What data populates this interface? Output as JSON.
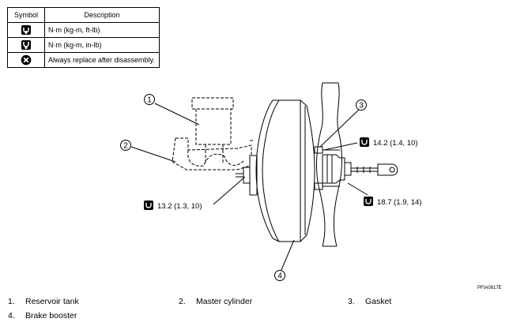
{
  "legend": {
    "header_symbol": "Symbol",
    "header_description": "Description",
    "rows": [
      {
        "icon": "torque-wrench-icon",
        "description": "N·m (kg-m, ft-lb)"
      },
      {
        "icon": "torque-wrench-small-icon",
        "description": "N·m (kg-m, in-lb)"
      },
      {
        "icon": "replace-part-icon",
        "description": "Always replace after disassembly."
      }
    ]
  },
  "callouts": {
    "c1": "1",
    "c2": "2",
    "c3": "3",
    "c4": "4"
  },
  "torques": {
    "t_master_cylinder": "13.2 (1.3, 10)",
    "t_booster_upper": "14.2 (1.4, 10)",
    "t_booster_lower": "18.7 (1.9, 14)"
  },
  "figure_id": "PFIA0817E",
  "parts": [
    {
      "num": "1.",
      "name": "Reservoir tank"
    },
    {
      "num": "2.",
      "name": "Master cylinder"
    },
    {
      "num": "3.",
      "name": "Gasket"
    },
    {
      "num": "4.",
      "name": "Brake booster"
    }
  ]
}
